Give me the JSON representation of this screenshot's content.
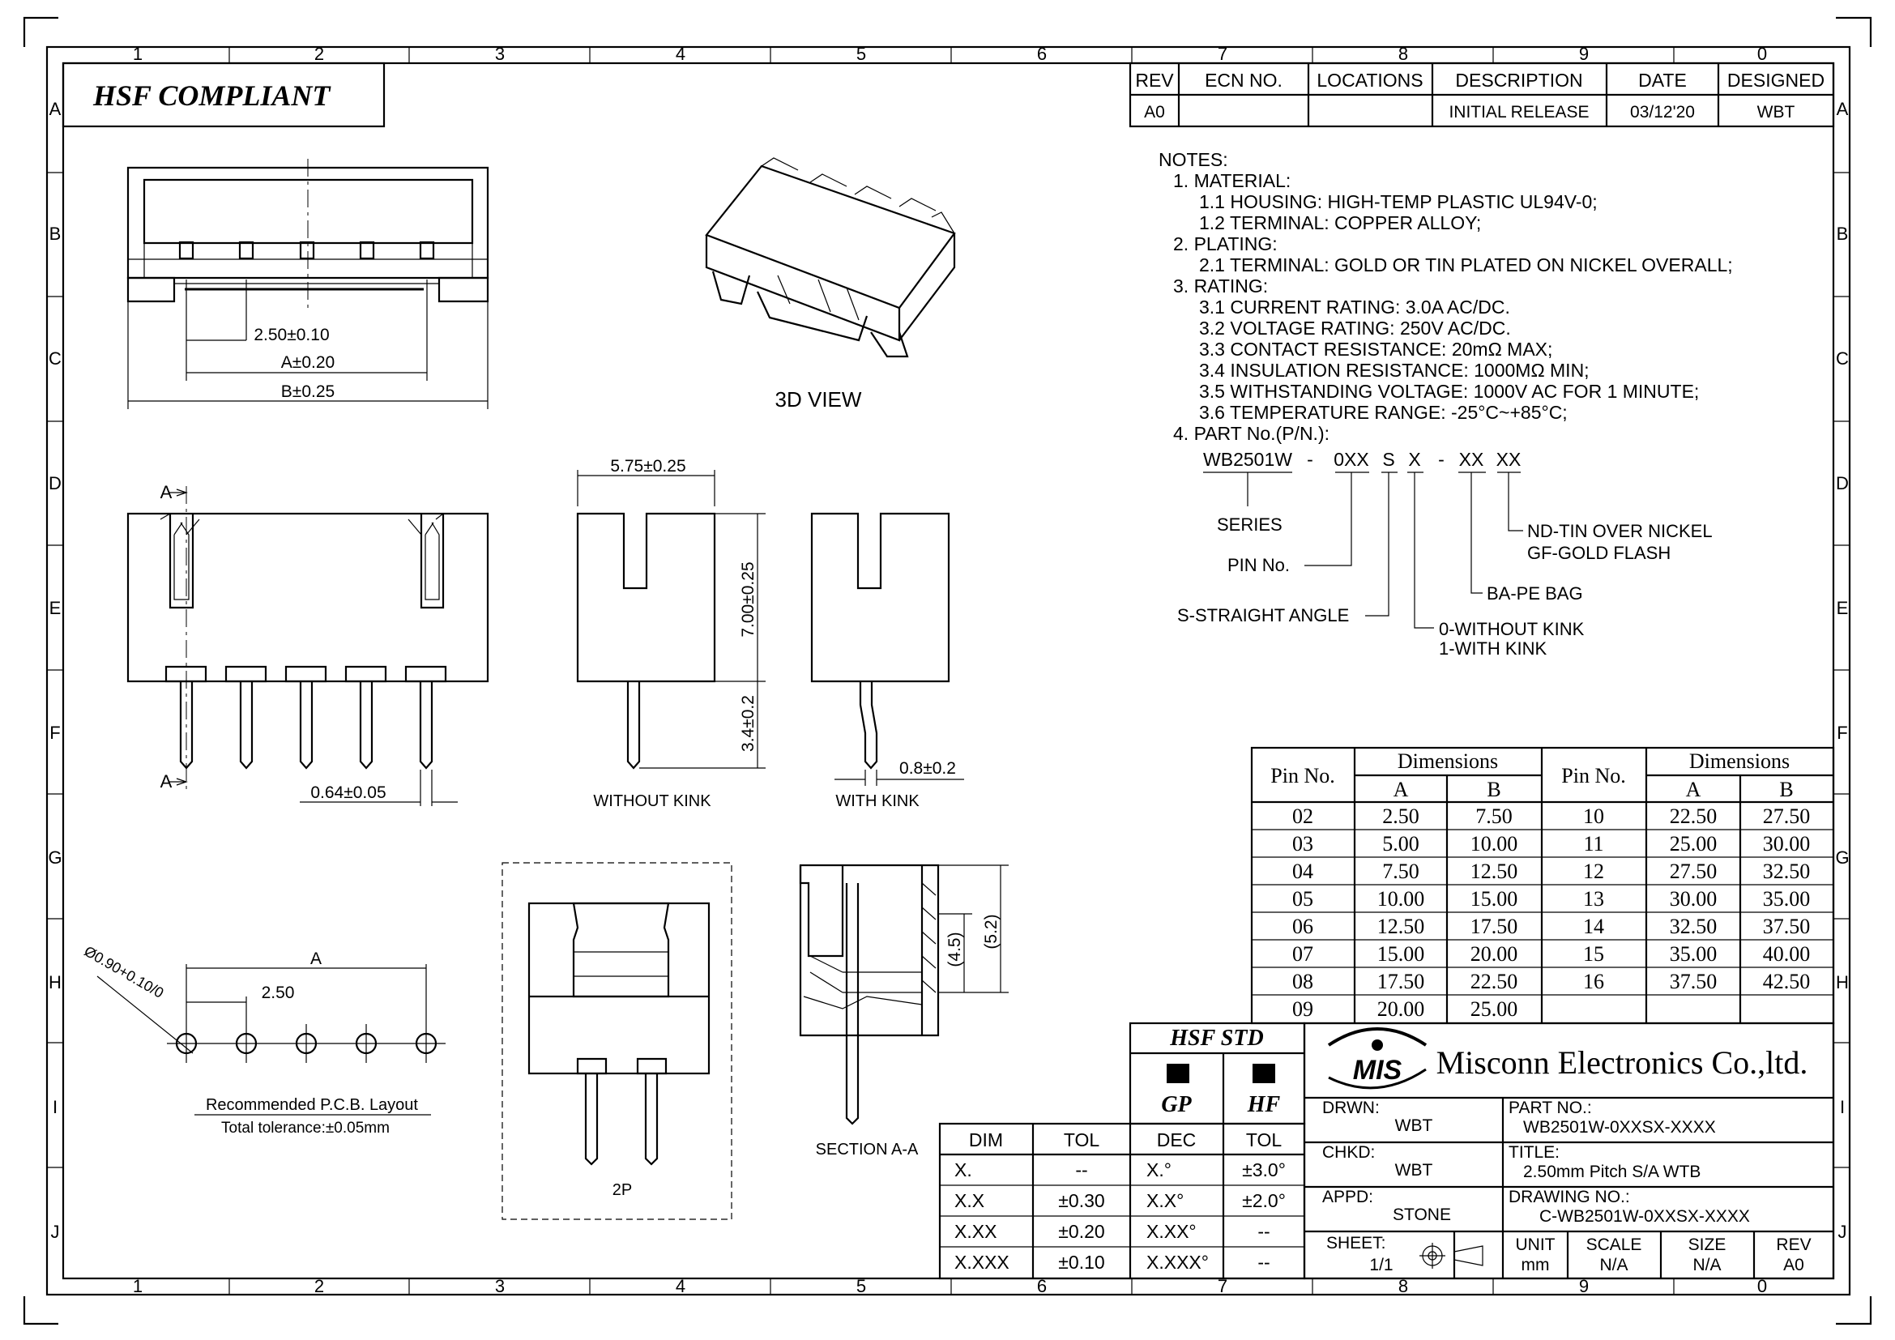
{
  "header": {
    "compliance": "HSF COMPLIANT"
  },
  "border": {
    "cols_top": [
      "1",
      "2",
      "3",
      "4",
      "5",
      "6",
      "7",
      "8",
      "9",
      "0"
    ],
    "cols_bottom": [
      "1",
      "2",
      "3",
      "4",
      "5",
      "6",
      "7",
      "8",
      "9",
      "0"
    ],
    "rows": [
      "A",
      "B",
      "C",
      "D",
      "E",
      "F",
      "G",
      "H",
      "I",
      "J"
    ]
  },
  "revision": {
    "headers": [
      "REV",
      "ECN NO.",
      "LOCATIONS",
      "DESCRIPTION",
      "DATE",
      "DESIGNED"
    ],
    "row": [
      "A0",
      "",
      "",
      "INITIAL RELEASE",
      "03/12'20",
      "WBT"
    ]
  },
  "notes": [
    "NOTES:",
    "1. MATERIAL:",
    "1.1 HOUSING: HIGH-TEMP PLASTIC UL94V-0;",
    "1.2 TERMINAL: COPPER ALLOY;",
    "2. PLATING:",
    "2.1 TERMINAL: GOLD OR TIN PLATED ON NICKEL OVERALL;",
    "3. RATING:",
    "3.1 CURRENT RATING: 3.0A AC/DC.",
    "3.2 VOLTAGE RATING: 250V AC/DC.",
    "3.3 CONTACT RESISTANCE: 20mΩ MAX;",
    "3.4 INSULATION RESISTANCE: 1000MΩ MIN;",
    "3.5 WITHSTANDING VOLTAGE: 1000V AC FOR 1 MINUTE;",
    "3.6 TEMPERATURE RANGE: -25°C~+85°C;",
    "4. PART No.(P/N.):"
  ],
  "part_code": {
    "segments": [
      "WB2501W",
      "-",
      "0XX",
      "S",
      "X",
      "-",
      "XX",
      "XX"
    ],
    "series": "SERIES",
    "pin": "PIN No.",
    "angle": "S-STRAIGHT ANGLE",
    "kink_0": "0-WITHOUT KINK",
    "kink_1": "1-WITH KINK",
    "bag": "BA-PE BAG",
    "plate_nd": "ND-TIN OVER NICKEL",
    "plate_gf": "GF-GOLD FLASH"
  },
  "views": {
    "view3d": "3D VIEW",
    "without_kink": "WITHOUT KINK",
    "with_kink": "WITH KINK",
    "section": "SECTION A-A",
    "two_pin": "2P",
    "pcb_title": "Recommended P.C.B. Layout",
    "pcb_tol": "Total tolerance:±0.05mm",
    "section_marker": "A"
  },
  "dims": {
    "pitch": "2.50±0.10",
    "a": "A±0.20",
    "b": "B±0.25",
    "width": "5.75±0.25",
    "height": "7.00±0.25",
    "pin_len": "3.4±0.2",
    "pin_w": "0.64±0.05",
    "kink": "0.8±0.2",
    "sec_45": "(4.5)",
    "sec_52": "(5.2)",
    "pcb_a": "A",
    "pcb_pitch": "2.50",
    "hole": "Ø0.90+0.10/0"
  },
  "dimensions_table": {
    "pin_header": "Pin No.",
    "dim_header": "Dimensions",
    "col_a": "A",
    "col_b": "B",
    "left": [
      [
        "02",
        "2.50",
        "7.50"
      ],
      [
        "03",
        "5.00",
        "10.00"
      ],
      [
        "04",
        "7.50",
        "12.50"
      ],
      [
        "05",
        "10.00",
        "15.00"
      ],
      [
        "06",
        "12.50",
        "17.50"
      ],
      [
        "07",
        "15.00",
        "20.00"
      ],
      [
        "08",
        "17.50",
        "22.50"
      ],
      [
        "09",
        "20.00",
        "25.00"
      ]
    ],
    "right": [
      [
        "10",
        "22.50",
        "27.50"
      ],
      [
        "11",
        "25.00",
        "30.00"
      ],
      [
        "12",
        "27.50",
        "32.50"
      ],
      [
        "13",
        "30.00",
        "35.00"
      ],
      [
        "14",
        "32.50",
        "37.50"
      ],
      [
        "15",
        "35.00",
        "40.00"
      ],
      [
        "16",
        "37.50",
        "42.50"
      ],
      [
        "",
        "",
        ""
      ]
    ]
  },
  "tolerance": {
    "headers": [
      "DIM",
      "TOL",
      "DEC",
      "TOL"
    ],
    "rows": [
      [
        "X.",
        "--",
        "X.°",
        "±3.0°"
      ],
      [
        "X.X",
        "±0.30",
        "X.X°",
        "±2.0°"
      ],
      [
        "X.XX",
        "±0.20",
        "X.XX°",
        "--"
      ],
      [
        "X.XXX",
        "±0.10",
        "X.XXX°",
        "--"
      ]
    ]
  },
  "hsf_std": {
    "title": "HSF STD",
    "gp": "GP",
    "hf": "HF"
  },
  "title_block": {
    "company": "Misconn Electronics Co.,ltd.",
    "logo": "MIS",
    "drwn_label": "DRWN:",
    "drwn": "WBT",
    "chkd_label": "CHKD:",
    "chkd": "WBT",
    "appd_label": "APPD:",
    "appd": "STONE",
    "part_label": "PART NO.:",
    "part": "WB2501W-0XXSX-XXXX",
    "title_label": "TITLE:",
    "title": "2.50mm Pitch S/A WTB",
    "drawing_label": "DRAWING NO.:",
    "drawing": "C-WB2501W-0XXSX-XXXX",
    "sheet_label": "SHEET:",
    "sheet": "1/1",
    "unit_label": "UNIT",
    "unit": "mm",
    "scale_label": "SCALE",
    "scale": "N/A",
    "size_label": "SIZE",
    "size": "N/A",
    "rev_label": "REV",
    "rev": "A0"
  }
}
